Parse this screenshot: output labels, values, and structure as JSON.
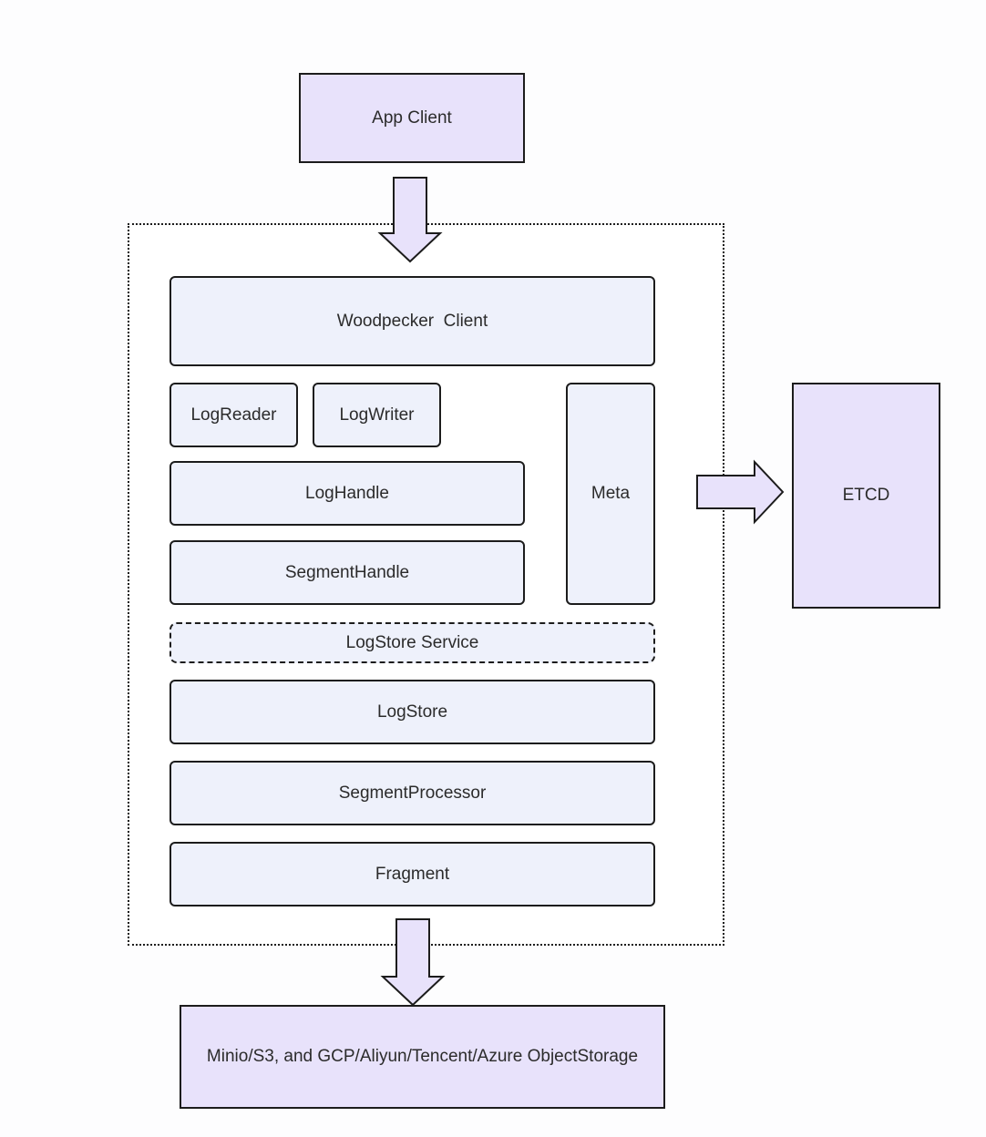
{
  "diagram": {
    "app_client": "App Client",
    "woodpecker_client": "Woodpecker  Client",
    "log_reader": "LogReader",
    "log_writer": "LogWriter",
    "meta": "Meta",
    "log_handle": "LogHandle",
    "segment_handle": "SegmentHandle",
    "logstore_service": "LogStore Service",
    "logstore": "LogStore",
    "segment_processor": "SegmentProcessor",
    "fragment": "Fragment",
    "etcd": "ETCD",
    "object_storage": "Minio/S3, and GCP/Aliyun/Tencent/Azure ObjectStorage"
  },
  "colors": {
    "external_fill": "#e8e2fb",
    "component_fill": "#eef1fb",
    "stroke": "#1c1c1c"
  }
}
